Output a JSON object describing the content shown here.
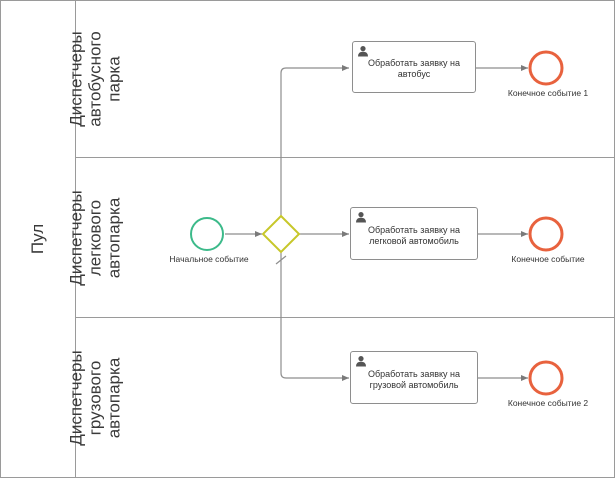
{
  "pool": {
    "label": "Пул"
  },
  "lanes": [
    {
      "id": "bus",
      "lines": [
        "Диспетчеры",
        "автобусного",
        "парка"
      ]
    },
    {
      "id": "car",
      "lines": [
        "Диспетчеры",
        "легкового",
        "автопарка"
      ]
    },
    {
      "id": "truck",
      "lines": [
        "Диспетчеры",
        "грузового",
        "автопарка"
      ]
    }
  ],
  "events": {
    "start": {
      "label": "Начальное событие"
    },
    "end1": {
      "label": "Конечное событие 1"
    },
    "end_car": {
      "label": "Конечное событие"
    },
    "end2": {
      "label": "Конечное событие 2"
    }
  },
  "tasks": {
    "bus": {
      "lines": [
        "Обработать заявку на",
        "автобус"
      ],
      "icon": "user-icon"
    },
    "car": {
      "lines": [
        "Обработать заявку на",
        "легковой автомобиль"
      ],
      "icon": "user-icon"
    },
    "truck": {
      "lines": [
        "Обработать заявку на",
        "грузовой автомобиль"
      ],
      "icon": "user-icon"
    }
  },
  "gateway": {
    "type": "exclusive-gateway",
    "default_marker": true
  },
  "colors": {
    "start_stroke": "#3cba8a",
    "end_stroke": "#e8623e",
    "gateway_stroke": "#c7c72a",
    "line": "#8e8e8e",
    "border": "#9a9a9a"
  }
}
